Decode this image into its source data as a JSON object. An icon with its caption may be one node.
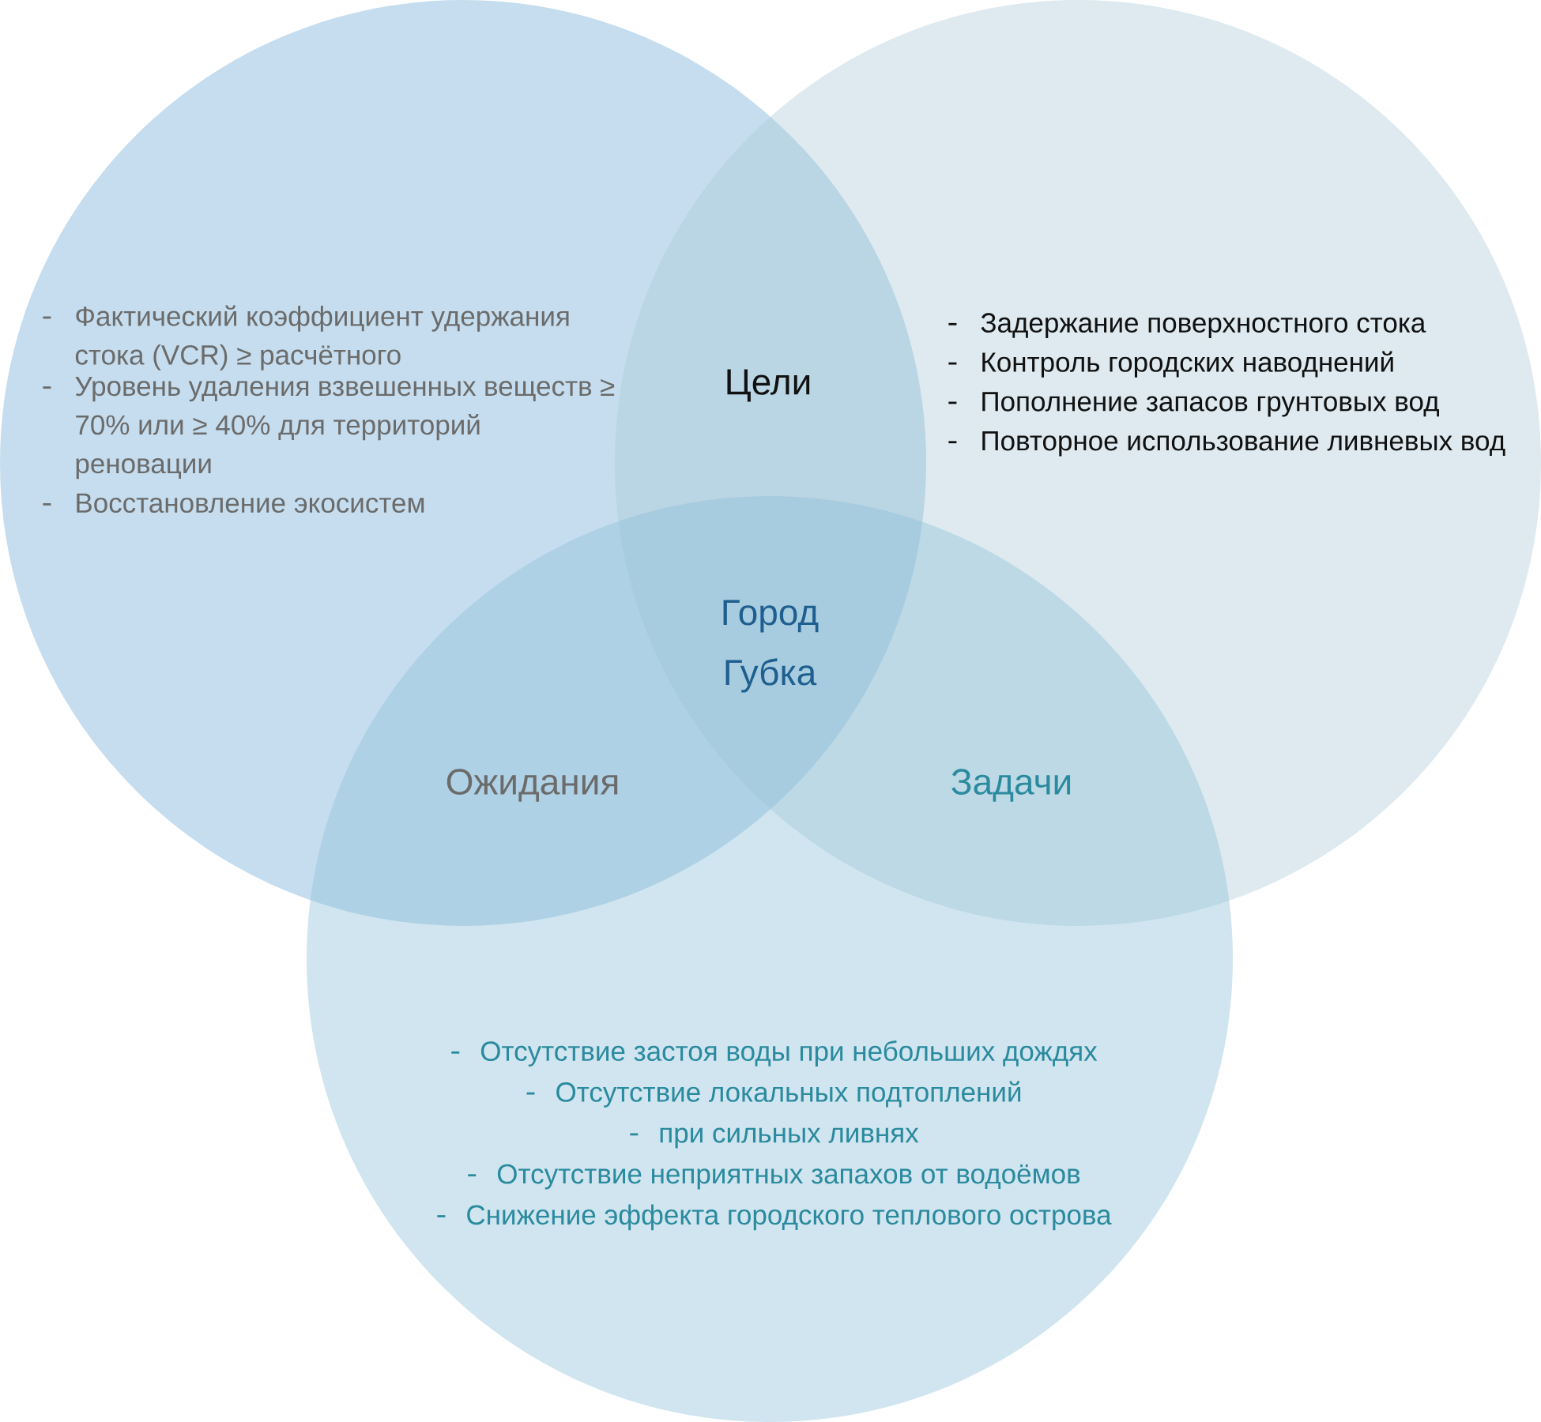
{
  "diagram": {
    "nodes": [
      {
        "text": [
          "Фактический коэффициент удержания стока (VCR) ≥ расчётного",
          "Уровень удаления взвешенных веществ ≥ 70% или ≥ 40% для территорий реновации",
          "Восстановление экосистем"
        ]
      },
      {
        "text": [
          "Задержание поверхностного стока",
          "Контроль городских наводнений",
          "Пополнение запасов грунтовых вод",
          "Повторное использование ливневых вод"
        ]
      },
      {
        "text": [
          "Отсутствие застоя воды при небольших дождях",
          "Отсутствие локальных подтоплений",
          "при сильных ливнях",
          "Отсутствие неприятных запахов от водоёмов",
          "Снижение эффекта городского теплового острова"
        ]
      }
    ],
    "labels": [
      "Цели",
      "Город Губка",
      "Ожидания",
      "Задачи"
    ]
  }
}
